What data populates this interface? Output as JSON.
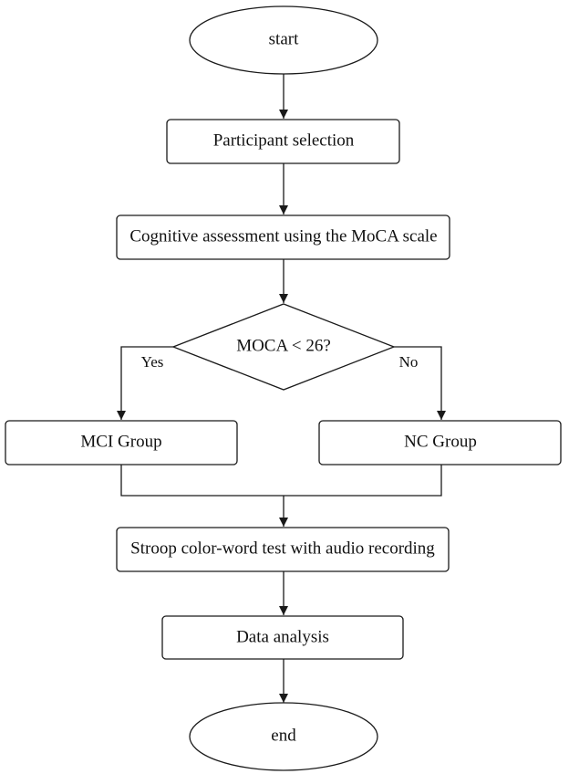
{
  "flowchart": {
    "start": "start",
    "participant_selection": "Participant selection",
    "cognitive_assessment": "Cognitive assessment using the MoCA scale",
    "decision": "MOCA < 26?",
    "yes_label": "Yes",
    "no_label": "No",
    "mci_group": "MCI Group",
    "nc_group": "NC Group",
    "stroop_test": "Stroop color-word test with audio recording",
    "data_analysis": "Data analysis",
    "end": "end"
  },
  "colors": {
    "stroke": "#1a1a1a",
    "fill": "#ffffff",
    "text": "#111111"
  }
}
